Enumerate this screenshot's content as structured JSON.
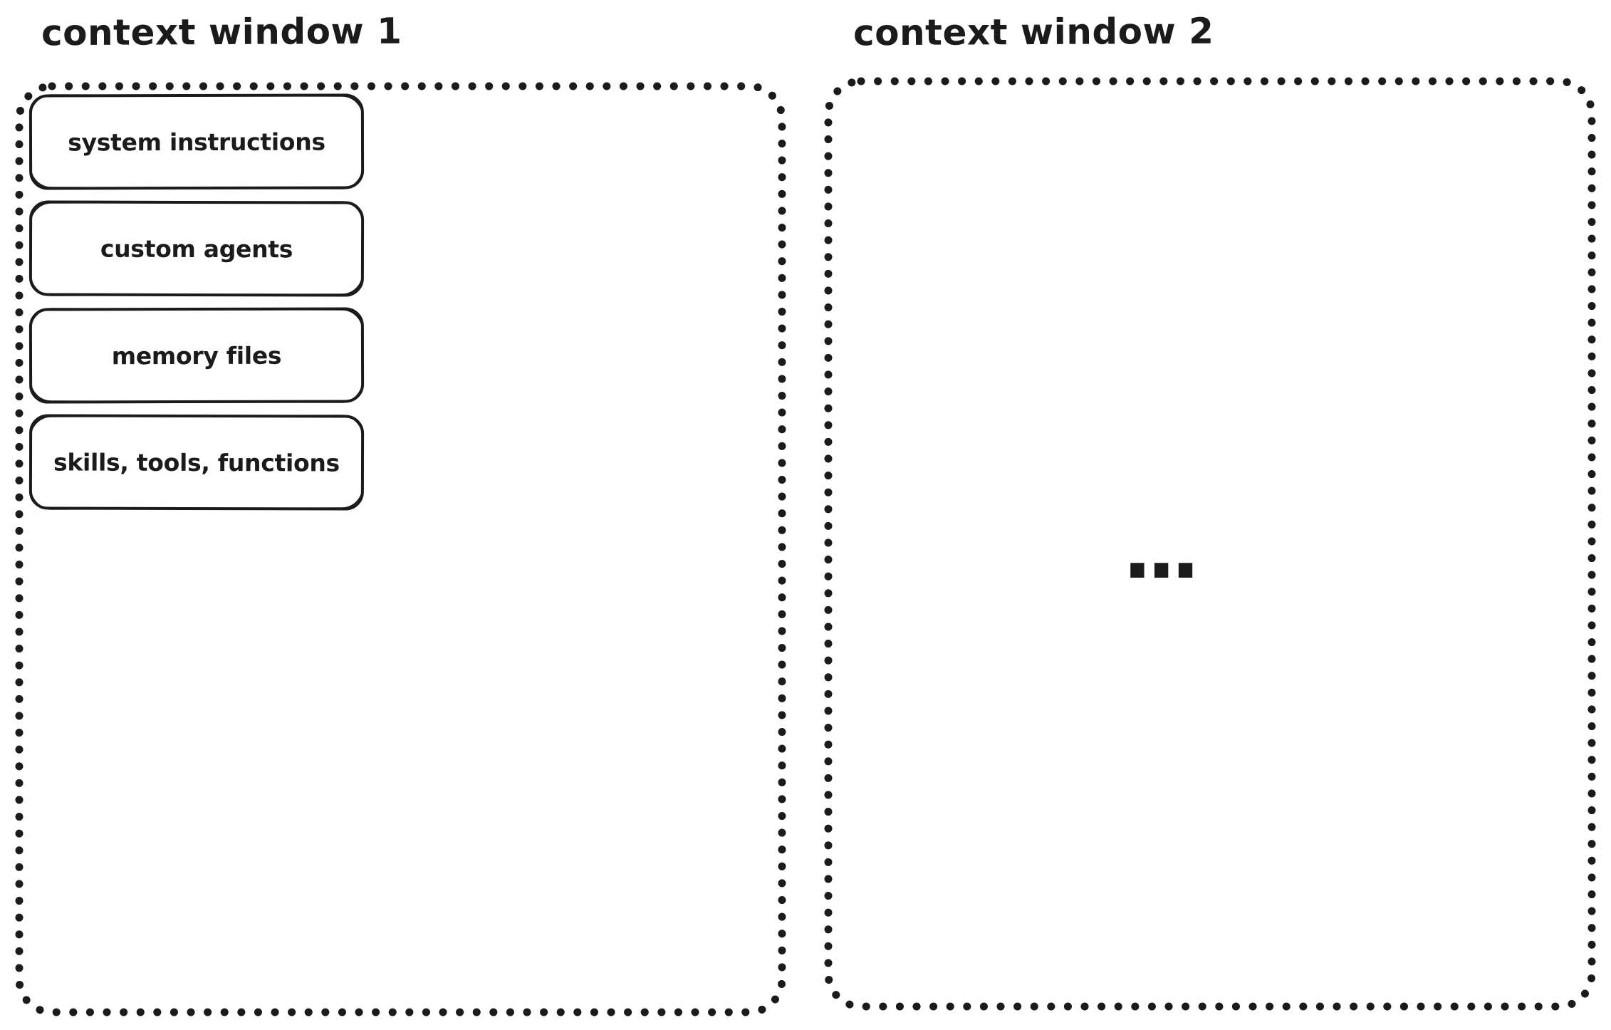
{
  "diagram": {
    "colors": {
      "stroke": "#1b1b1d",
      "background": "#ffffff"
    }
  },
  "window1": {
    "title": "context window 1",
    "boxes": [
      {
        "label": "system instructions"
      },
      {
        "label": "custom agents"
      },
      {
        "label": "memory files"
      },
      {
        "label": "skills, tools, functions"
      }
    ]
  },
  "window2": {
    "title": "context window 2",
    "ellipsis": "..."
  }
}
